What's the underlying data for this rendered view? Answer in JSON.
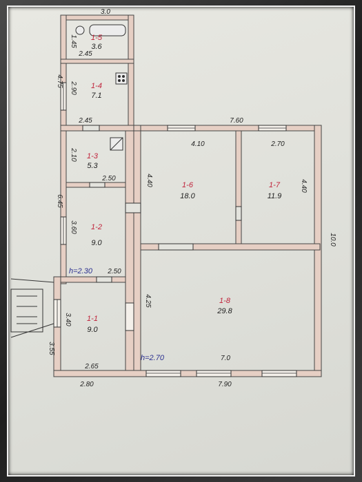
{
  "plan": {
    "rooms": [
      {
        "id": "room-1-1",
        "label": "1-1",
        "area": "9.0"
      },
      {
        "id": "room-1-2",
        "label": "1-2",
        "area": "9.0"
      },
      {
        "id": "room-1-3",
        "label": "1-3",
        "area": "5.3"
      },
      {
        "id": "room-1-4",
        "label": "1-4",
        "area": "7.1"
      },
      {
        "id": "room-1-5",
        "label": "1-5",
        "area": "3.6"
      },
      {
        "id": "room-1-6",
        "label": "1-6",
        "area": "18.0"
      },
      {
        "id": "room-1-7",
        "label": "1-7",
        "area": "11.9"
      },
      {
        "id": "room-1-8",
        "label": "1-8",
        "area": "29.8"
      }
    ],
    "dimensions": {
      "d_3_0": "3.0",
      "d_1_45": "1.45",
      "d_2_45_top": "2.45",
      "d_4_75": "4.75",
      "d_2_90": "2.90",
      "d_2_45_mid": "2.45",
      "d_7_60": "7.60",
      "d_4_10": "4.10",
      "d_2_70": "2.70",
      "d_2_10": "2.10",
      "d_2_50_top": "2.50",
      "d_4_40_left": "4.40",
      "d_4_40_right": "4.40",
      "d_6_45": "6.45",
      "d_3_60": "3.60",
      "d_10_0": "10.0",
      "d_2_50_bottom": "2.50",
      "d_4_25": "4.25",
      "d_3_40": "3.40",
      "d_3_55": "3.55",
      "d_2_65": "2.65",
      "d_7_0": "7.0",
      "d_2_80": "2.80",
      "d_7_90": "7.90"
    },
    "heights": {
      "h_left": "h=2.30",
      "h_right": "h=2.70"
    },
    "colors": {
      "wall_fill": "#e6cfc4",
      "wall_stroke": "#444444",
      "room_label": "#c0223a",
      "height_label": "#2a2f8f",
      "dim_text": "#222222"
    }
  }
}
